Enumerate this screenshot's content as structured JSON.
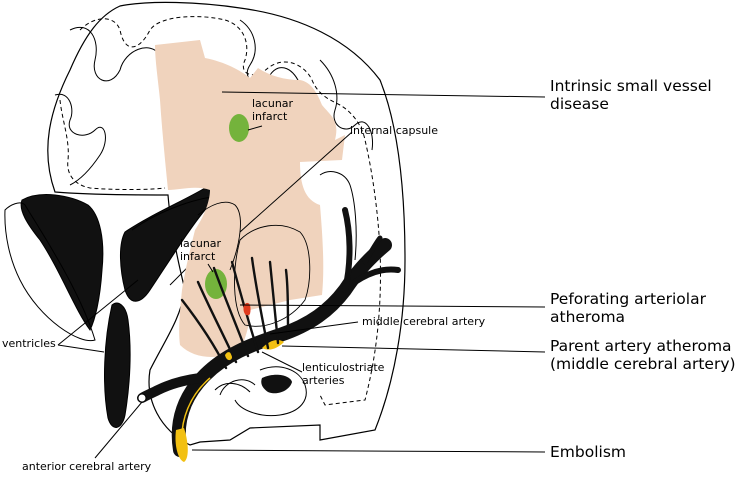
{
  "labels": {
    "lacunar_infarct_top": [
      "lacunar",
      "infarct"
    ],
    "internal_capsule": "internal capsule",
    "lacunar_infarct_mid": [
      "lacunar",
      "infarct"
    ],
    "ventricles": "ventricles",
    "middle_cerebral_artery": "middle cerebral artery",
    "lenticulostriate": [
      "lenticulostriate",
      "arteries"
    ],
    "anterior_cerebral_artery": "anterior cerebral artery"
  },
  "callouts": {
    "intrinsic": [
      "Intrinsic small vessel",
      "disease"
    ],
    "perforating": [
      "Peforating arteriolar",
      "atheroma"
    ],
    "parent": [
      "Parent artery atheroma",
      "(middle cerebral artery)"
    ],
    "embolism": "Embolism"
  },
  "colors": {
    "white_matter": "#f0d3bd",
    "infarct": "#74b33c",
    "atheroma": "#f2c012",
    "perforating_atheroma": "#e03b1e",
    "vessel": "#111111",
    "ventricle": "#111111"
  }
}
